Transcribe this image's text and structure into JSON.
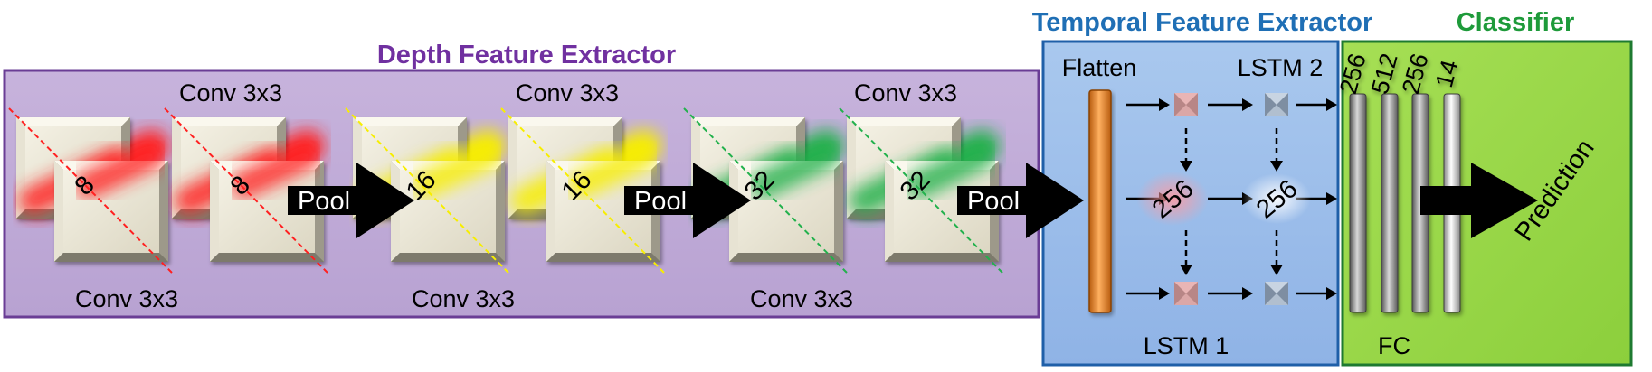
{
  "sections": {
    "depth": {
      "title": "Depth Feature Extractor",
      "color": "#7030a0"
    },
    "temporal": {
      "title": "Temporal Feature Extractor",
      "color": "#1f6fb5"
    },
    "classifier": {
      "title": "Classifier",
      "color": "#1e9a3a"
    }
  },
  "conv_blocks": [
    {
      "channels": "8",
      "color": "#ff2020",
      "top_label": "Conv 3x3",
      "bottom_label": "Conv 3x3"
    },
    {
      "channels": "16",
      "color": "#f7ee00",
      "top_label": "Conv 3x3",
      "bottom_label": "Conv 3x3"
    },
    {
      "channels": "32",
      "color": "#22b14c",
      "top_label": "Conv 3x3",
      "bottom_label": "Conv 3x3"
    }
  ],
  "pool_label": "Pool",
  "temporal": {
    "flatten_label": "Flatten",
    "lstm1_label": "LSTM 1",
    "lstm2_label": "LSTM 2",
    "lstm1_units": "256",
    "lstm2_units": "256"
  },
  "classifier": {
    "fc_label": "FC",
    "layer_sizes": [
      "256",
      "512",
      "256",
      "14"
    ],
    "output_label": "Prediction"
  }
}
